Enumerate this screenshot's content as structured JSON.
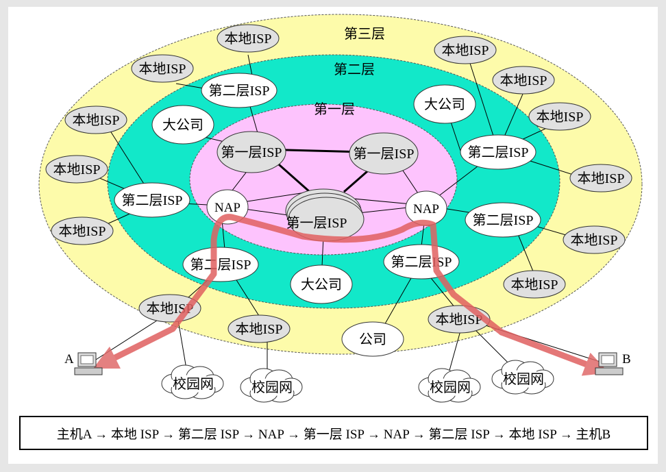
{
  "layers": {
    "tier3": "第三层",
    "tier2": "第二层",
    "tier1": "第一层"
  },
  "labels": {
    "local_isp": "本地ISP",
    "tier2_isp": "第二层ISP",
    "tier1_isp": "第一层ISP",
    "nap": "NAP",
    "big_company": "大公司",
    "company": "公司",
    "campus_net": "校园网",
    "host_a": "A",
    "host_b": "B"
  },
  "caption": "主机A → 本地 ISP → 第二层 ISP → NAP → 第一层 ISP → NAP → 第二层 ISP → 本地 ISP → 主机B",
  "colors": {
    "tier3_fill": "#fdfbaa",
    "tier2_fill": "#12e8c9",
    "tier1_fill": "#fdc3fd",
    "local_isp_fill": "#e0e0e0",
    "path": "#e06060"
  }
}
